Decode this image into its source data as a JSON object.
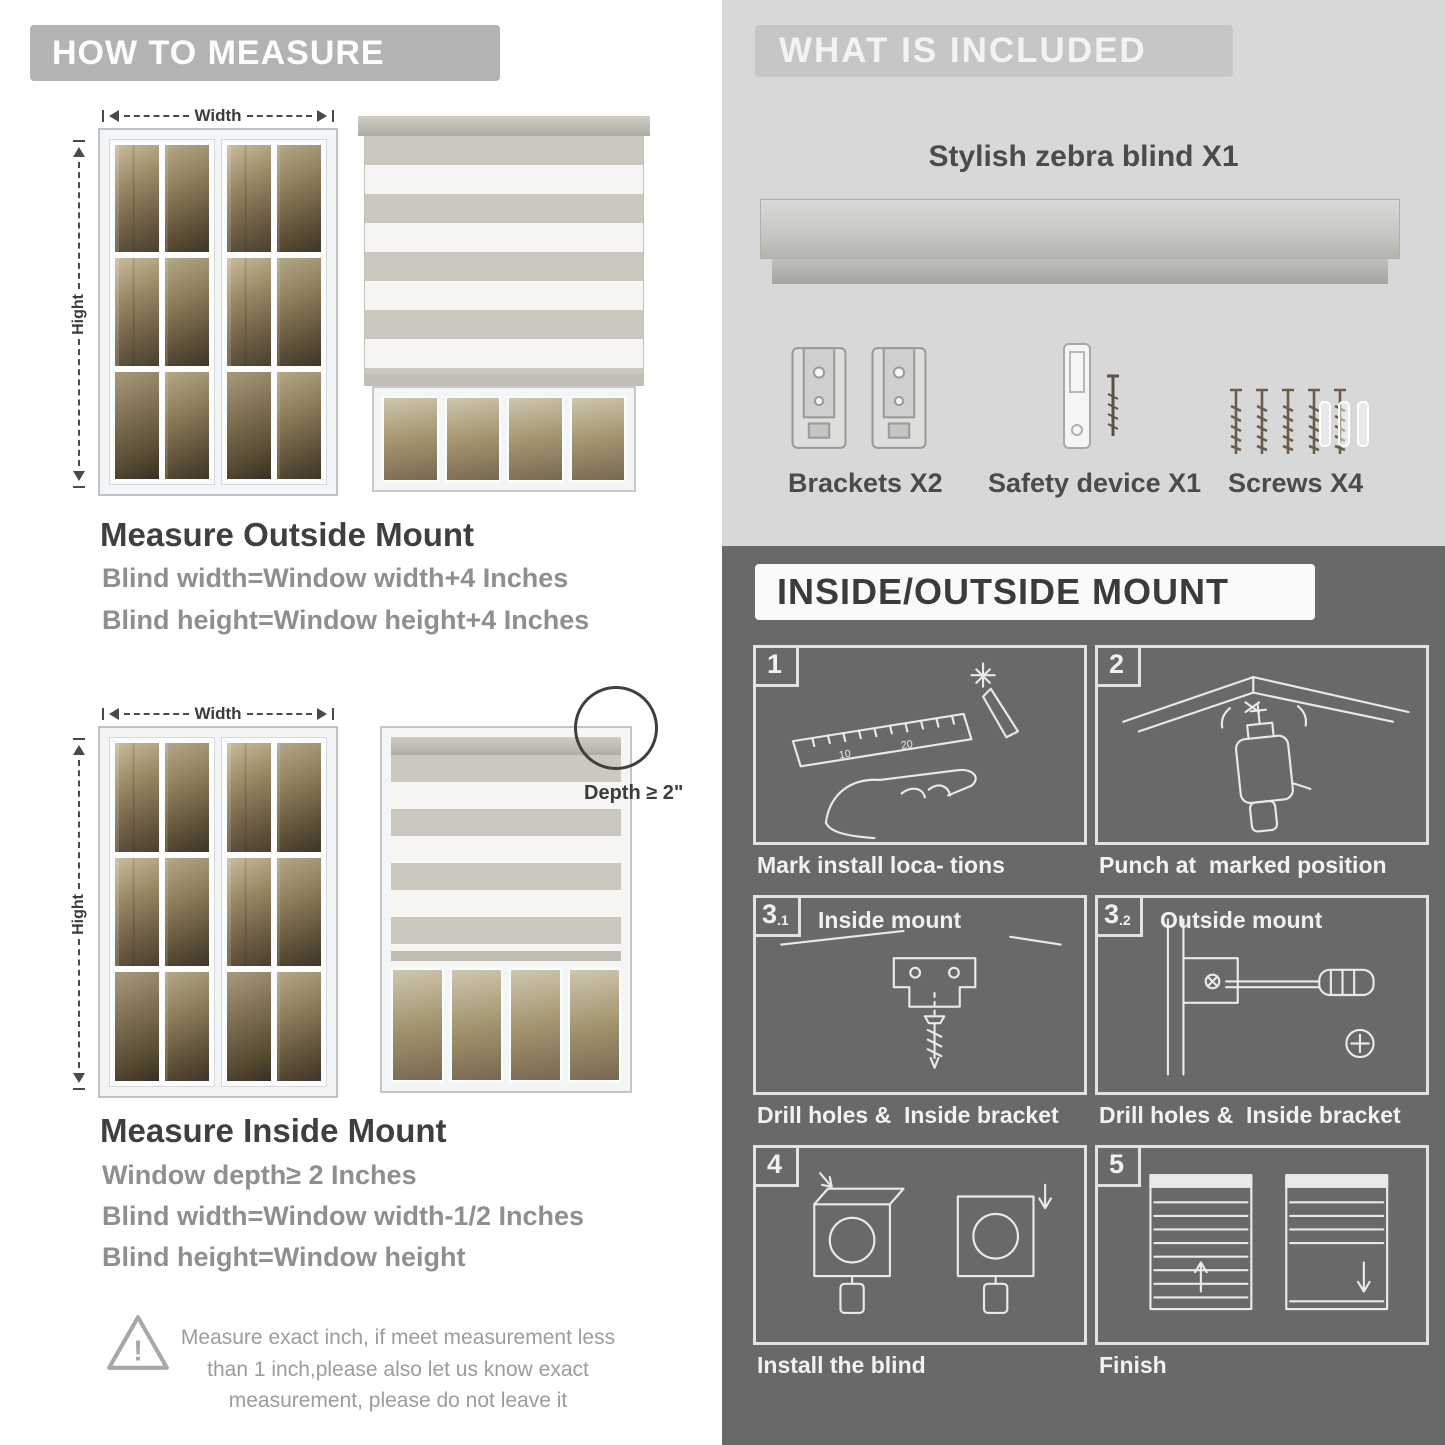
{
  "labels": {
    "width": "Width",
    "height": "Hight"
  },
  "left": {
    "header": "HOW TO MEASURE",
    "outside_title": "Measure Outside Mount",
    "outside_line1": "Blind width=Window width+4 Inches",
    "outside_line2": "Blind height=Window height+4 Inches",
    "inside_title": "Measure Inside Mount",
    "inside_line1": "Window depth≥ 2 Inches",
    "inside_line2": "Blind width=Window width-1/2 Inches",
    "inside_line3": "Blind height=Window height",
    "depth_callout": "Depth ≥ 2\"",
    "warning_mark": "!",
    "warning_text": "Measure exact inch, if meet measurement less than 1 inch,please also let us know exact measurement, please do not leave it"
  },
  "right": {
    "included": {
      "header": "WHAT IS INCLUDED",
      "blind_label": "Stylish zebra blind X1",
      "items": [
        {
          "label": "Brackets X2"
        },
        {
          "label": "Safety device X1"
        },
        {
          "label": "Screws X4"
        }
      ]
    },
    "mount": {
      "header": "INSIDE/OUTSIDE MOUNT",
      "steps": [
        {
          "num": "1",
          "num_sub": "",
          "title": "",
          "caption": "Mark install loca- tions"
        },
        {
          "num": "2",
          "num_sub": "",
          "title": "",
          "caption": "Punch at  marked position"
        },
        {
          "num": "3",
          "num_sub": ".1",
          "title": "Inside mount",
          "caption": "Drill holes &  Inside bracket"
        },
        {
          "num": "3",
          "num_sub": ".2",
          "title": "Outside mount",
          "caption": "Drill holes &  Inside bracket"
        },
        {
          "num": "4",
          "num_sub": "",
          "title": "",
          "caption": "Install the blind"
        },
        {
          "num": "5",
          "num_sub": "",
          "title": "",
          "caption": "Finish"
        }
      ]
    }
  },
  "colors": {
    "banner_gray": "#b3b3b3",
    "included_bg": "#d8d8d8",
    "mount_bg": "#696969",
    "dark_text": "#3f3f3f",
    "muted_text": "#8f8f8f"
  }
}
